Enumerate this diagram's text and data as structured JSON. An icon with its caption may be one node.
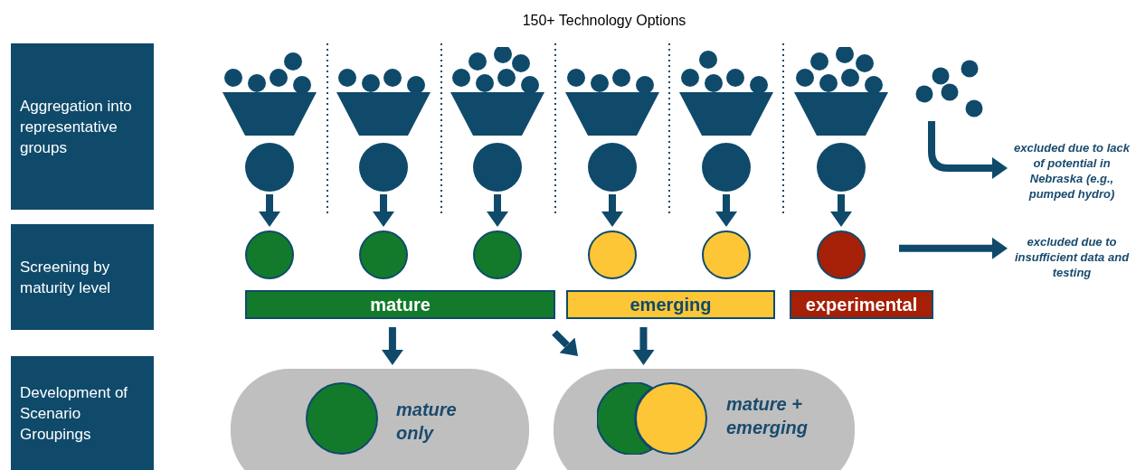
{
  "diagram": {
    "title": "150+ Technology Options",
    "nodes": [
      {
        "text": [
          "Aggregation into representative groups"
        ]
      },
      {
        "text": [
          "Screening by maturity level"
        ]
      },
      {
        "text": [
          "Development of Scenario Groupings"
        ]
      },
      {
        "text": [],
        "shape": "funnel"
      },
      {
        "text": [],
        "shape": "funnel"
      },
      {
        "text": [],
        "shape": "funnel"
      },
      {
        "text": [],
        "shape": "funnel"
      },
      {
        "text": [],
        "shape": "funnel"
      },
      {
        "text": [],
        "shape": "funnel"
      },
      {
        "text": [],
        "shape": "circle"
      },
      {
        "text": [],
        "shape": "circle"
      },
      {
        "text": [],
        "shape": "circle"
      },
      {
        "text": [],
        "shape": "circle"
      },
      {
        "text": [],
        "shape": "circle"
      },
      {
        "text": [],
        "shape": "circle"
      },
      {
        "text": [],
        "shape": "picture"
      },
      {
        "text": [
          "excluded due to lack of potential in Nebraska (e.g., pumped hydro)"
        ]
      },
      {
        "text": [],
        "shape": "circle"
      },
      {
        "text": [],
        "shape": "circle"
      },
      {
        "text": [],
        "shape": "circle"
      },
      {
        "text": [],
        "shape": "circle"
      },
      {
        "text": [],
        "shape": "circle"
      },
      {
        "text": [],
        "shape": "circle"
      },
      {
        "text": [
          "excluded due to insufficient data and testing"
        ]
      },
      {
        "text": [
          "mature"
        ]
      },
      {
        "text": [
          "emerging"
        ]
      },
      {
        "text": [
          "experimental"
        ]
      },
      {
        "text": [
          "mature only"
        ]
      },
      {
        "text": [
          "mature + emerging"
        ]
      },
      {
        "text": [],
        "shape": "circle",
        "in": 27
      },
      {
        "text": [],
        "shape": "circle",
        "in": 28
      },
      {
        "text": [],
        "shape": "circle",
        "in": 28
      }
    ],
    "edges": [
      {
        "from": 9,
        "to": 17,
        "arrow": "to"
      },
      {
        "from": 10,
        "to": 18,
        "arrow": "to"
      },
      {
        "from": 11,
        "to": 19,
        "arrow": "to"
      },
      {
        "from": 12,
        "to": 20,
        "arrow": "to"
      },
      {
        "from": 13,
        "to": 21,
        "arrow": "to"
      },
      {
        "from": 14,
        "to": 22,
        "arrow": "to"
      },
      {
        "from": 15,
        "to": 16,
        "arrow": "to"
      },
      {
        "from": 22,
        "to": 23,
        "arrow": "to"
      },
      {
        "from": 24,
        "to": 27,
        "arrow": "to"
      },
      {
        "from": 24,
        "to": 28,
        "arrow": "to"
      },
      {
        "from": 25,
        "to": 28,
        "arrow": "to"
      }
    ]
  }
}
